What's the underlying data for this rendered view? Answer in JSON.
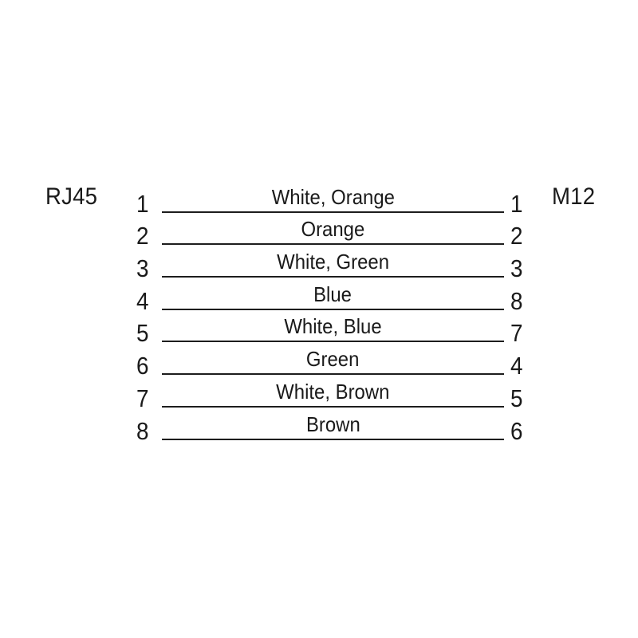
{
  "diagram": {
    "type": "pin-assignment-wiring-diagram",
    "left_connector": {
      "name": "RJ45",
      "pin_count": 8
    },
    "right_connector": {
      "name": "M12",
      "pin_count": 8
    },
    "colors": {
      "line": "#1d1d1d",
      "text": "#1a1a1a",
      "background": "#ffffff"
    },
    "rows": [
      {
        "left_pin": "1",
        "wire": "White, Orange",
        "right_pin": "1"
      },
      {
        "left_pin": "2",
        "wire": "Orange",
        "right_pin": "2"
      },
      {
        "left_pin": "3",
        "wire": "White, Green",
        "right_pin": "3"
      },
      {
        "left_pin": "4",
        "wire": "Blue",
        "right_pin": "8"
      },
      {
        "left_pin": "5",
        "wire": "White, Blue",
        "right_pin": "7"
      },
      {
        "left_pin": "6",
        "wire": "Green",
        "right_pin": "4"
      },
      {
        "left_pin": "7",
        "wire": "White, Brown",
        "right_pin": "5"
      },
      {
        "left_pin": "8",
        "wire": "Brown",
        "right_pin": "6"
      }
    ]
  }
}
